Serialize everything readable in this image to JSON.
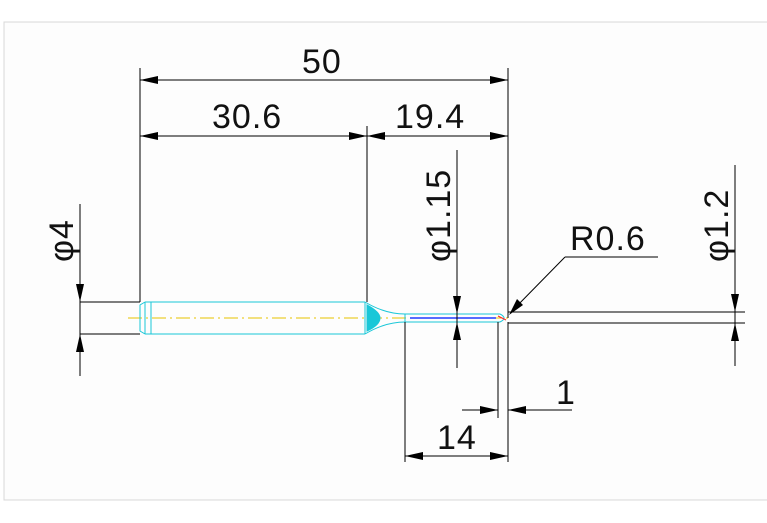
{
  "drawing": {
    "labels": {
      "overall_length": "50",
      "shank_length": "30.6",
      "neck_length": "19.4",
      "shank_diameter": "φ4",
      "neck_diameter": "φ1.15",
      "ball_radius": "R0.6",
      "ball_diameter": "φ1.2",
      "flute_length": "14",
      "tip_length": "1"
    },
    "colors": {
      "tool_outline": "#19c7d8",
      "center_line": "#e6c200",
      "dimension": "#000000"
    }
  }
}
